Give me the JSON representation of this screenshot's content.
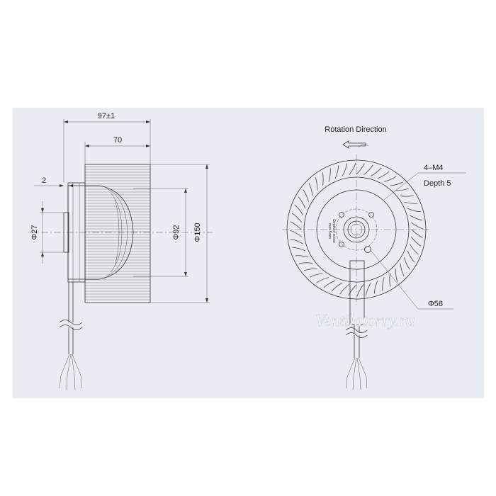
{
  "side_view": {
    "dim_overall_length": "97±1",
    "dim_impeller_length": "70",
    "dim_flange": "2",
    "dim_hub_diameter": "Φ27",
    "dim_inner_diameter": "Φ92",
    "dim_outer_diameter": "Φ150"
  },
  "front_view": {
    "rotation_label": "Rotation  Direction",
    "holes_label": "4–M4",
    "depth_label": "Depth 5",
    "bolt_circle_label": "Φ58",
    "hub_text_1": "Depth of screw",
    "hub_text_2": "max 5mm"
  },
  "watermark": "Ventilatorry.ru",
  "colors": {
    "background": "#e9edf3",
    "line": "#333333"
  }
}
